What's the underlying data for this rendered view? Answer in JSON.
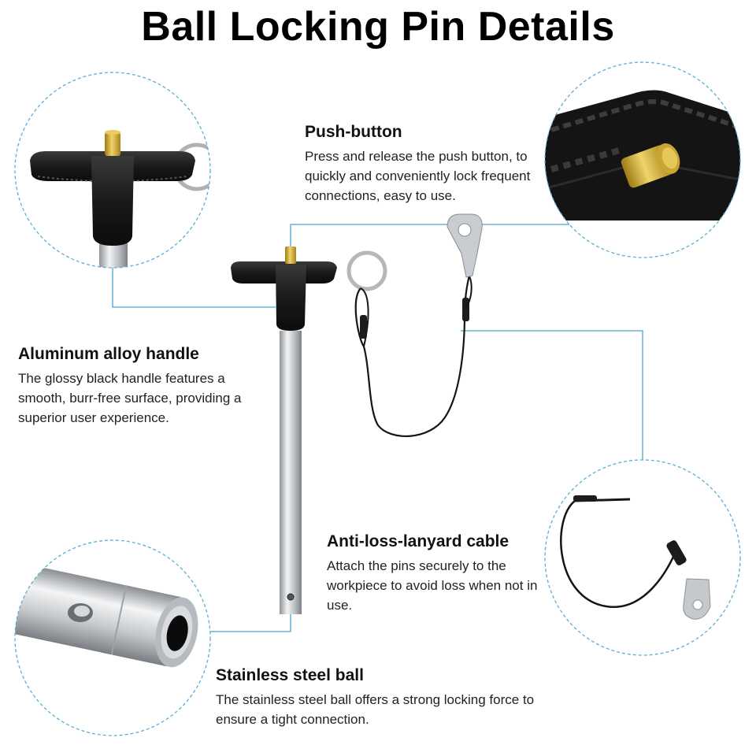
{
  "title": "Ball Locking Pin Details",
  "colors": {
    "callout_circle": "#5aaed6",
    "leader_line": "#4aa3d0",
    "handle": "#1a1a1a",
    "brass": "#c9a227",
    "steel": "#c8cbce",
    "cable": "#151515"
  },
  "callouts": {
    "push_button": {
      "heading": "Push-button",
      "body": "Press and release the push button, to quickly and conveniently lock frequent connections, easy to use."
    },
    "handle": {
      "heading": "Aluminum alloy handle",
      "body": "The glossy black handle features a smooth, burr-free surface, providing a superior user experience."
    },
    "cable": {
      "heading": "Anti-loss-lanyard cable",
      "body": "Attach the pins securely to the workpiece to avoid loss when not in use."
    },
    "ball": {
      "heading": "Stainless steel ball",
      "body": "The stainless steel ball offers a strong locking force to ensure a tight connection."
    }
  }
}
